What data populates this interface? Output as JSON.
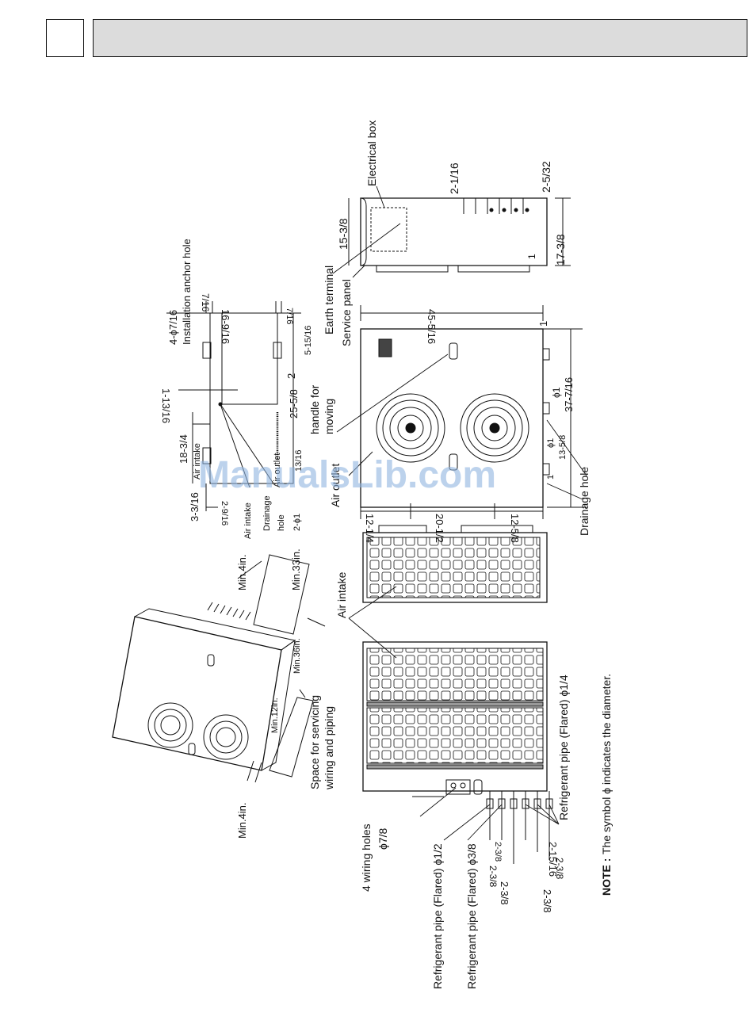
{
  "header": {
    "box_text": "",
    "title_text": ""
  },
  "watermark": "ManualsLib.com",
  "note": {
    "label": "NOTE :",
    "text": "The symbol ϕ indicates the diameter."
  },
  "iso_view": {
    "space_label": "Space for servicing",
    "space_label2": "wiring and piping",
    "min_top": "Min.4in.",
    "min_33": "Min.33in.",
    "min_36": "Min.36in.",
    "min_12": "Min.12in.",
    "min_4_left": "Min.4in."
  },
  "base_view": {
    "anchor_count": "4-ϕ7/16",
    "anchor_label": "Installation anchor hole",
    "d_7_16_a": "7/16",
    "d_16_9_16": "16-9/16",
    "d_7_16_b": "7/16",
    "d_5_15_16": "5-15/16",
    "d_2": "2",
    "d_25_5_8": "25-5/8",
    "d_1_13_16": "1-13/16",
    "d_18_3_4": "18-3/4",
    "air_intake_a": "Air intake",
    "air_outlet": "Air outlet",
    "air_intake_b": "Air intake",
    "d_3_3_16": "3-3/16",
    "d_2_9_16": "2-9/16",
    "drainage_a": "Drainage",
    "drainage_b": "hole",
    "drainage_c": "2-ϕ1",
    "d_13_16": "13/16"
  },
  "front_view": {
    "handle_a": "handle for",
    "handle_b": "moving",
    "air_outlet": "Air outlet",
    "d_45_5_16": "45-5/16",
    "d_1": "1",
    "d_12_1_4": "12-1/4",
    "d_20_1_2": "20-1/2",
    "d_12_5_8": "12-5/8",
    "d_phi1_a": "ϕ1",
    "d_37_7_16": "37-7/16",
    "d_phi1_b": "ϕ1",
    "d_13_5_8": "13-5/8",
    "d_1b": "1",
    "drainage": "Drainage hole"
  },
  "side_view": {
    "electrical_box": "Electrical box",
    "earth_terminal": "Earth terminal",
    "service_panel": "Service panel",
    "d_15_3_8": "15-3/8",
    "d_2_1_16": "2-1/16",
    "d_2_5_32": "2-5/32",
    "d_1": "1",
    "d_17_3_8": "17-3/8"
  },
  "top_view": {
    "air_intake": "Air intake",
    "wiring_holes_a": "4 wiring holes",
    "wiring_holes_b": "ϕ7/8",
    "ref_pipe_1_2": "Refrigerant pipe (Flared) ϕ1/2",
    "ref_pipe_3_8": "Refrigerant pipe (Flared) ϕ3/8",
    "ref_pipe_1_4": "Refrigerant pipe (Flared) ϕ1/4",
    "d_2_3_8_a": "2-3/8",
    "d_2_3_8_b": "2-3/8",
    "d_2_3_8_c": "2-3/8",
    "d_2_3_8_d": "2-3/8",
    "d_2_3_8_e": "2-3/8",
    "d_2_15_16": "2-15/16"
  }
}
